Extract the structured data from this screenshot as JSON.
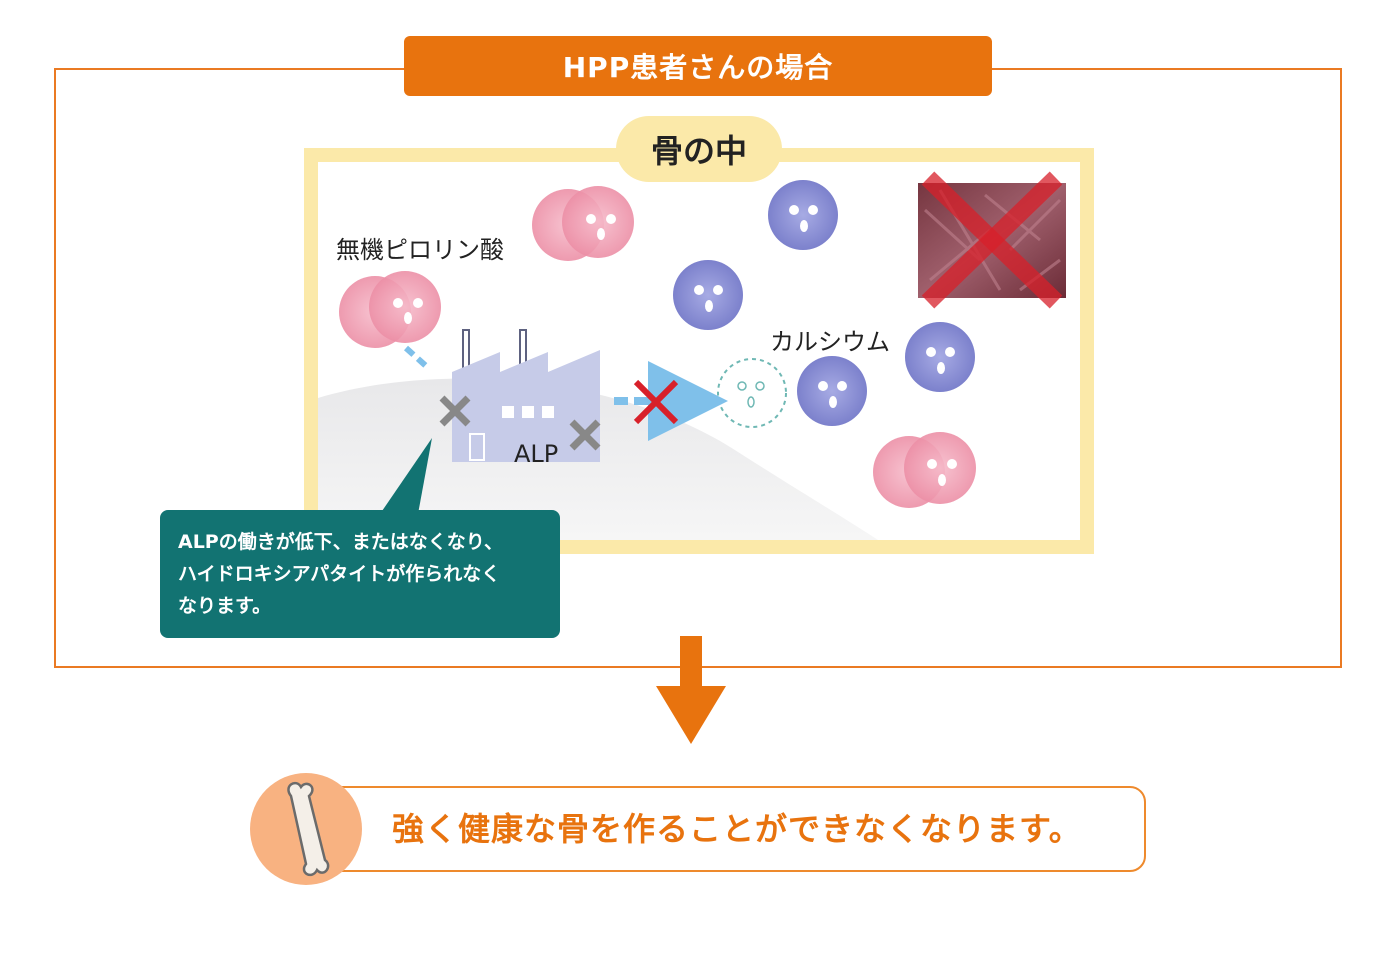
{
  "title": "HPP患者さんの場合",
  "scene": {
    "tab_label": "骨の中",
    "pyrophosphate_label": "無機ピロリン酸",
    "calcium_label": "カルシウム",
    "enzyme_label": "ALP"
  },
  "callout": {
    "lines": [
      "ALPの働きが低下、またはなくなり、",
      "ハイドロキシアパタイトが作られなく",
      "なります。"
    ]
  },
  "result": {
    "text": "強く健康な骨を作ることができなくなります。"
  },
  "colors": {
    "accent_orange": "#e8730e",
    "frame_orange": "#ea7a23",
    "scene_yellow": "#fbe9a9",
    "callout_teal": "#127372",
    "cross_red": "#d8202a",
    "pink_molecule": "#f0a0b4",
    "purple_molecule": "#8d92d6",
    "factory_lavender": "#c6cbe8",
    "arrow_blue": "#7fc0ea",
    "bone_circle": "#f8b281"
  },
  "icons": [
    "factory-icon",
    "pyrophosphate-molecule-icon",
    "calcium-molecule-icon",
    "hydroxyapatite-outline-icon",
    "cross-icon",
    "crystal-image",
    "down-arrow-icon",
    "bone-icon"
  ]
}
